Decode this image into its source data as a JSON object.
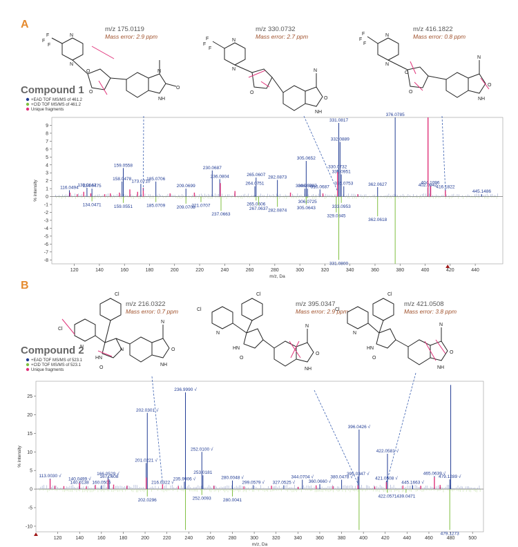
{
  "panels": [
    {
      "letter": "A",
      "compound": "Compound 1",
      "legend": [
        "+EAD TOF MS/MS of 461.2",
        "+CID TOF MS/MS of 461.2",
        "Unique fragments"
      ],
      "fragments": [
        {
          "mz": "m/z 175.0119",
          "err": "Mass error: 2.9 ppm"
        },
        {
          "mz": "m/z 330.0732",
          "err": "Mass error: 2.7 ppm"
        },
        {
          "mz": "m/z 416.1822",
          "err": "Mass error: 0.8 ppm"
        }
      ],
      "structure_atoms": [
        "F",
        "F",
        "F",
        "N",
        "N",
        "O",
        "O",
        "N",
        "NH",
        "O"
      ]
    },
    {
      "letter": "B",
      "compound": "Compound 2",
      "legend": [
        "+EAD TOF MS/MS of 523.1",
        "+CID TOF MS/MS of 523.1",
        "Unique fragments"
      ],
      "fragments": [
        {
          "mz": "m/z 216.0322",
          "err": "Mass error: 0.7 ppm"
        },
        {
          "mz": "m/z 395.0347",
          "err": "Mass error: 2.9 ppm"
        },
        {
          "mz": "m/z 421.0508",
          "err": "Mass error: 3.8 ppm"
        }
      ],
      "structure_atoms": [
        "Cl",
        "Cl",
        "N",
        "N",
        "HN",
        "N",
        "O",
        "N",
        "NH",
        "O"
      ]
    }
  ],
  "colors": {
    "ead": "#1f3a93",
    "cid": "#7fbf3f",
    "unique": "#e0337a",
    "accent": "#e58a2e",
    "dashed": "#3a5fb0"
  },
  "chart_data": [
    {
      "type": "bar",
      "title": "Compound 1",
      "xlabel": "m/z, Da",
      "ylabel": "% intensity",
      "xlim": [
        102,
        462
      ],
      "ylim": [
        -8.5,
        10
      ],
      "xticks": [
        120,
        140,
        160,
        180,
        200,
        220,
        240,
        260,
        280,
        300,
        320,
        340,
        360,
        380,
        400,
        420,
        440
      ],
      "yticks": [
        -8,
        -7,
        -6,
        -5,
        -4,
        -3,
        -2,
        -1,
        0,
        1,
        2,
        3,
        4,
        5,
        6,
        7,
        8,
        9
      ],
      "series": [
        {
          "name": "+EAD TOF MS/MS of 461.2",
          "kind": "ead",
          "x": [
            116.0494,
            130.0642,
            134.0475,
            158.0478,
            159.0558,
            173.071,
            185.0706,
            209.0699,
            230.0687,
            236.0804,
            264.0751,
            265.0607,
            282.0873,
            304.0588,
            305.0652,
            306.0727,
            316.0687,
            330.0732,
            331.0817,
            332.0889,
            333.0951,
            335.0753,
            362.0627,
            376.0785,
            402.0942,
            404.1096,
            416.1822,
            445.1486
          ],
          "y": [
            0.8,
            1.1,
            1.0,
            1.9,
            3.6,
            1.6,
            1.9,
            1.0,
            3.3,
            2.2,
            1.3,
            2.4,
            2.1,
            1.0,
            4.5,
            1.0,
            0.9,
            3.4,
            9.3,
            6.9,
            2.8,
            1.3,
            1.2,
            10.0,
            1.1,
            1.4,
            0.9,
            0.3
          ],
          "labels": [
            "116.0494",
            "130.0642",
            "134.0475",
            "158.0478",
            "159.0558",
            "173.0710",
            "185.0706",
            "209.0699",
            "230.0687",
            "236.0804",
            "264.0751",
            "265.0607",
            "282.0873",
            "304.0588",
            "305.0652",
            "306.0727",
            "316.0687",
            "330.0732",
            "331.0817",
            "332.0889",
            "333.0951",
            "335.0753",
            "362.0627",
            "376.0785",
            "402.0942",
            "404.1096",
            "416.1822",
            "445.1486"
          ]
        },
        {
          "name": "+CID TOF MS/MS of 461.2",
          "kind": "cid",
          "x": [
            134.0471,
            159.0551,
            185.0709,
            209.0708,
            221.0707,
            237.0663,
            265.0606,
            267.0637,
            282.0874,
            305.0643,
            306.0725,
            329.0845,
            331.08,
            333.0953,
            362.0618,
            376.0785
          ],
          "y": [
            -0.6,
            -0.8,
            -0.7,
            -0.9,
            -0.7,
            -1.8,
            -0.5,
            -1.1,
            -1.3,
            -1.0,
            -0.2,
            -2.0,
            -8.0,
            -0.8,
            -2.5,
            -8.5
          ],
          "labels": [
            "134.0471",
            "159.0551",
            "185.0709",
            "209.0708",
            "221.0707",
            "237.0663",
            "265.0606",
            "267.0637",
            "282.0874",
            "305.0643",
            "306.0725",
            "329.0845",
            "331.0800",
            "333.0953",
            "362.0618",
            ""
          ]
        },
        {
          "name": "Unique fragments",
          "kind": "unique",
          "x": [
            116.5,
            122.3,
            127.5,
            133.1,
            144.2,
            148.7,
            156.0,
            164.3,
            170.5,
            175.0119,
            196.4,
            215.8,
            236.5,
            248.2,
            292.5,
            318.4,
            330.0732,
            346.2,
            402.3,
            404.4,
            416.1822
          ],
          "y": [
            0.5,
            0.3,
            0.6,
            0.4,
            0.3,
            0.4,
            0.5,
            0.9,
            0.6,
            1.1,
            0.4,
            0.5,
            1.7,
            0.7,
            0.5,
            0.4,
            3.1,
            0.3,
            10.0,
            1.3,
            0.8
          ],
          "labels": []
        }
      ],
      "annotations": [
        "m/z 175.0119",
        "m/z 330.0732",
        "m/z 416.1822"
      ]
    },
    {
      "type": "bar",
      "title": "Compound 2",
      "xlabel": "m/z, Da",
      "ylabel": "% intensity",
      "xlim": [
        100,
        510
      ],
      "ylim": [
        -11.5,
        29
      ],
      "xticks": [
        120,
        140,
        160,
        180,
        200,
        220,
        240,
        260,
        280,
        300,
        320,
        340,
        360,
        380,
        400,
        420,
        440,
        460,
        480,
        500
      ],
      "yticks": [
        -10,
        -5,
        0,
        5,
        10,
        15,
        20,
        25
      ],
      "series": [
        {
          "name": "+EAD TOF MS/MS of 523.1",
          "kind": "ead",
          "x": [
            113.003,
            140.0138,
            140.0499,
            160.0505,
            166.0529,
            167.0608,
            201.0221,
            202.0301,
            216.0322,
            235.9906,
            236.999,
            252.01,
            253.0181,
            280.0048,
            299.0579,
            327.0525,
            344.0704,
            360.066,
            380.0478,
            395.0347,
            396.0426,
            421.0508,
            422.0581,
            445.1663,
            465.0639,
            479.1289,
            480.0
          ],
          "y": [
            2.8,
            1.0,
            2.0,
            1.0,
            3.4,
            2.6,
            7.0,
            20.5,
            1.0,
            2.0,
            26.0,
            10.0,
            3.7,
            2.3,
            1.0,
            1.0,
            2.5,
            1.3,
            2.5,
            3.4,
            16.0,
            2.2,
            9.5,
            1.0,
            3.5,
            2.6,
            28.0
          ],
          "labels": [
            "113.0030 √",
            "140.0138",
            "140.0499 √",
            "160.0505",
            "166.0529 √",
            "167.0608",
            "201.0221 √",
            "202.0301 √",
            "216.0322 √",
            "235.9906 √",
            "236.9990 √",
            "252.0100 √",
            "253.0181",
            "280.0048 √",
            "299.0579 √",
            "327.0525 √",
            "344.0704 √",
            "360.0660 √",
            "380.0478 √",
            "395.0347 √",
            "396.0426 √",
            "421.0508 √",
            "422.0581 √",
            "445.1663 √",
            "465.0639 √",
            "479.1289 √",
            ""
          ]
        },
        {
          "name": "+CID TOF MS/MS of 523.1",
          "kind": "cid",
          "x": [
            202.0296,
            236.999,
            252.0093,
            280.0041,
            396.0426,
            422.0571,
            439.0471,
            479.1273
          ],
          "y": [
            -2.0,
            -11.0,
            -1.6,
            -2.0,
            -11.0,
            -1.0,
            -1.0,
            -11.0
          ],
          "labels": [
            "202.0296",
            "",
            "252.0093",
            "280.0041",
            "",
            "422.0571",
            "439.0471",
            "479.1273"
          ]
        },
        {
          "name": "Unique fragments",
          "kind": "unique",
          "x": [
            113.003,
            117.4,
            125.6,
            140.0499,
            146.2,
            154.5,
            166.0529,
            171.2,
            183.4,
            201.0221,
            216.0322,
            230.5,
            263.1,
            290.6,
            315.8,
            340.3,
            356.7,
            372.1,
            395.0347,
            410.4,
            421.0508,
            436.2,
            452.5,
            465.0639,
            470.3
          ],
          "y": [
            2.6,
            0.9,
            0.8,
            1.6,
            0.7,
            1.1,
            2.5,
            1.2,
            0.9,
            3.1,
            1.3,
            0.8,
            0.9,
            0.7,
            0.9,
            0.6,
            1.0,
            0.8,
            1.0,
            0.7,
            1.9,
            0.9,
            0.9,
            3.2,
            1.1
          ],
          "labels": []
        }
      ],
      "annotations": [
        "m/z 216.0322",
        "m/z 395.0347",
        "m/z 421.0508"
      ]
    }
  ]
}
